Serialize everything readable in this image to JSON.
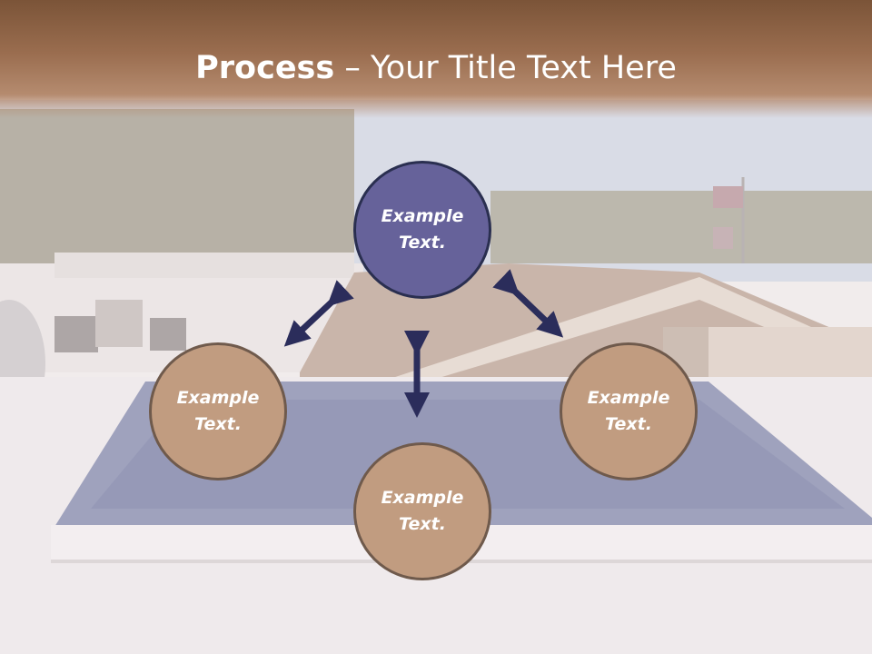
{
  "title": {
    "bold": "Process",
    "rest": " – Your Title Text Here"
  },
  "nodes": {
    "top": "Example Text.",
    "left": "Example Text.",
    "right": "Example Text.",
    "bottom": "Example Text."
  },
  "colors": {
    "title_bar": "#8d6244",
    "center_circle": "#66629a",
    "outer_circle": "#c19c80",
    "arrow": "#2b2d5b"
  }
}
